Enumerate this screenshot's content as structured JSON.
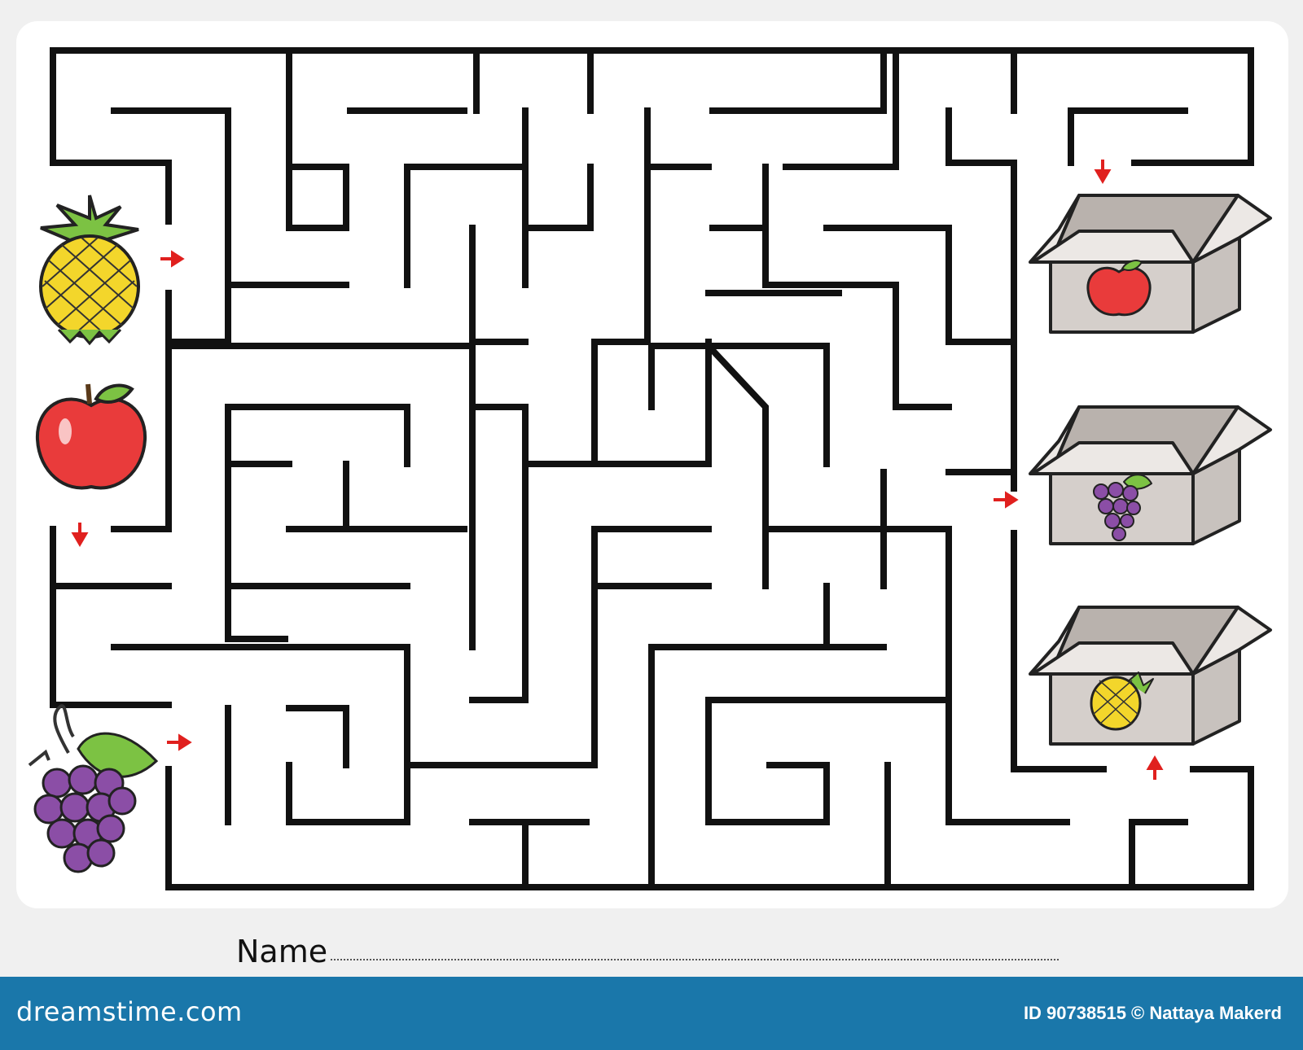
{
  "worksheet": {
    "name_label": "Name"
  },
  "icons": {
    "left_fruits": [
      "pineapple-icon",
      "apple-icon",
      "grape-icon"
    ],
    "boxes": [
      "box-apple-icon",
      "box-grape-icon",
      "box-pineapple-icon"
    ],
    "arrow_color": "#e0201e",
    "wall_color": "#111111"
  },
  "footer": {
    "logo_text": "dreamstime.com",
    "credit": "ID 90738515 © Nattaya Makerd",
    "background": "#1a77aa"
  }
}
